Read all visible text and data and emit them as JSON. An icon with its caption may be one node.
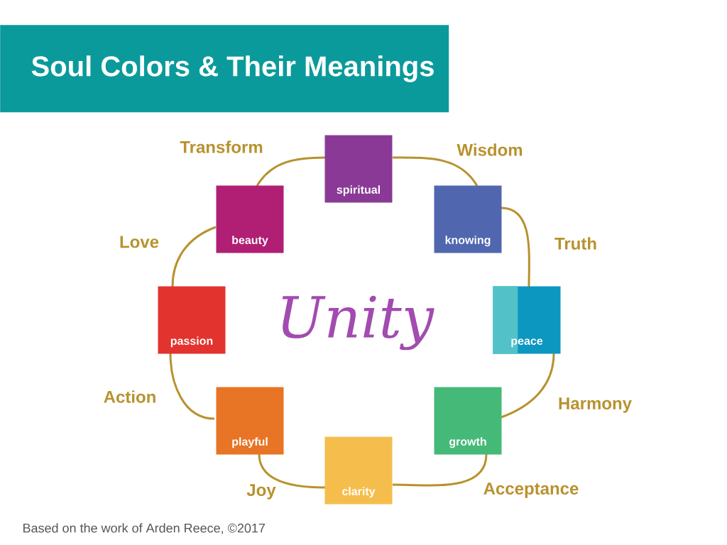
{
  "diagram": {
    "title": "Soul Colors & Their Meanings",
    "nodes": [
      {
        "text": [
          "spiritual"
        ]
      },
      {
        "text": [
          "beauty"
        ]
      },
      {
        "text": [
          "knowing"
        ]
      },
      {
        "text": [
          "passion"
        ]
      },
      {
        "text": [
          "peace"
        ]
      },
      {
        "text": [
          "playful"
        ]
      },
      {
        "text": [
          "growth"
        ]
      },
      {
        "text": [
          "clarity"
        ]
      }
    ],
    "edges": [
      {
        "from": 1,
        "to": 0,
        "arrow": "none",
        "label": "Transform"
      },
      {
        "from": 0,
        "to": 2,
        "arrow": "none",
        "label": "Wisdom"
      },
      {
        "from": 2,
        "to": 4,
        "arrow": "none",
        "label": "Truth"
      },
      {
        "from": 4,
        "to": 6,
        "arrow": "none",
        "label": "Harmony"
      },
      {
        "from": 6,
        "to": 7,
        "arrow": "none",
        "label": "Acceptance"
      },
      {
        "from": 7,
        "to": 5,
        "arrow": "none",
        "label": "Joy"
      },
      {
        "from": 5,
        "to": 3,
        "arrow": "none",
        "label": "Action"
      },
      {
        "from": 3,
        "to": 1,
        "arrow": "none",
        "label": "Love"
      }
    ],
    "labels": [
      "Unity",
      "Based on the work of Arden Reece, ©2017"
    ]
  }
}
